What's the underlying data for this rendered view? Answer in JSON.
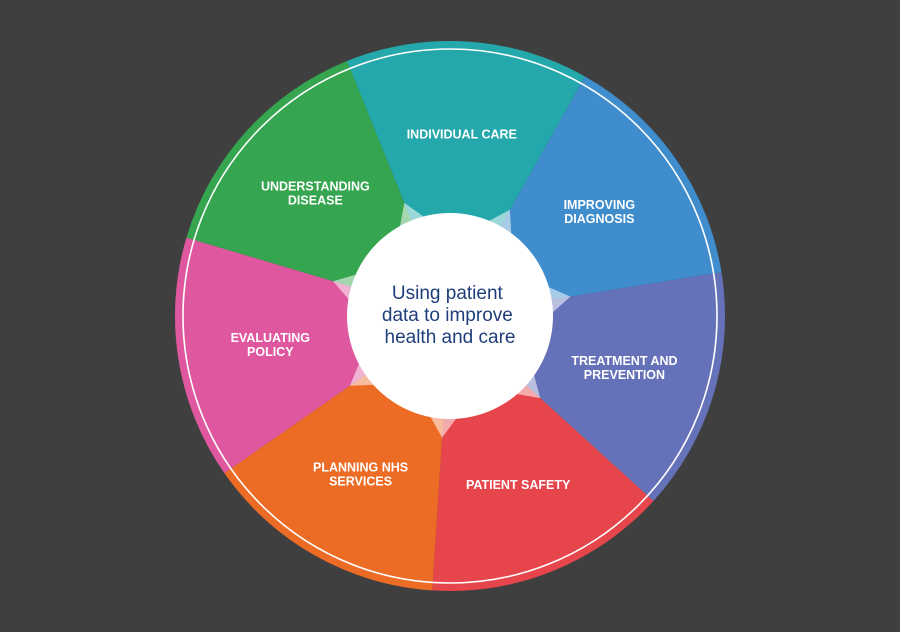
{
  "diagram": {
    "center_text": [
      "Using patient",
      "data to improve",
      "health and care"
    ],
    "center_text_color": "#1f3f7a",
    "background_color": "#3f3f3f",
    "segments": [
      {
        "id": "individual-care",
        "label_lines": [
          "INDIVIDUAL CARE"
        ],
        "color": "#25a8ac"
      },
      {
        "id": "improving-diagnosis",
        "label_lines": [
          "IMPROVING",
          "DIAGNOSIS"
        ],
        "color": "#3f8dcc"
      },
      {
        "id": "treatment-and-prevention",
        "label_lines": [
          "TREATMENT AND",
          "PREVENTION"
        ],
        "color": "#6571b8"
      },
      {
        "id": "patient-safety",
        "label_lines": [
          "PATIENT SAFETY"
        ],
        "color": "#e6454b"
      },
      {
        "id": "planning-nhs-services",
        "label_lines": [
          "PLANNING NHS",
          "SERVICES"
        ],
        "color": "#ec6c26"
      },
      {
        "id": "evaluating-policy",
        "label_lines": [
          "EVALUATING",
          "POLICY"
        ],
        "color": "#df579f"
      },
      {
        "id": "understanding-disease",
        "label_lines": [
          "UNDERSTANDING",
          "DISEASE"
        ],
        "color": "#35a550"
      }
    ]
  }
}
